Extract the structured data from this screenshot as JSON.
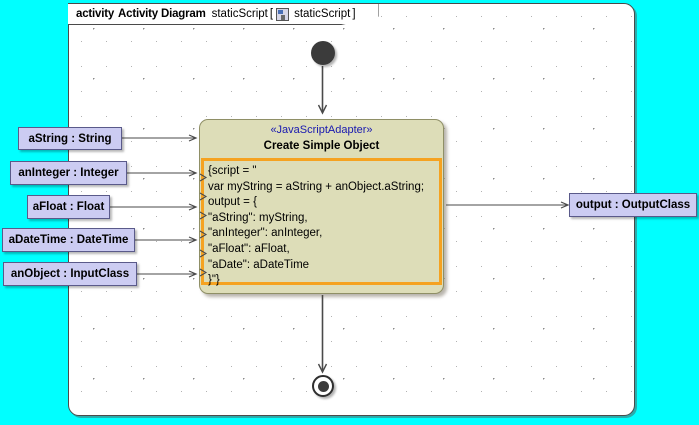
{
  "canvas": {
    "background_color": "#00ffff"
  },
  "frame": {
    "keyword": "activity",
    "diagram_kind": "Activity Diagram",
    "name": "staticScript",
    "bracket_open": "[",
    "icon": "element-icon",
    "qualifier": "staticScript",
    "bracket_close": "]",
    "background_color": "#ffffff",
    "border_color": "#4a4a4a"
  },
  "nodes": {
    "initial": {
      "label": "initial-node",
      "color": "#3b3b3b"
    },
    "final": {
      "label": "activity-final-node",
      "color": "#3b3b3b"
    },
    "action": {
      "stereotype": "«JavaScriptAdapter»",
      "title": "Create Simple Object",
      "fill_color": "#ddddb8",
      "body_border_color": "#f5a220",
      "script_lines": [
        "{script = \"",
        "var myString = aString + anObject.aString;",
        "output = {",
        "\"aString\": myString,",
        "\"anInteger\": anInteger,",
        "\"aFloat\": aFloat,",
        "\"aDate\": aDateTime",
        "}\"}"
      ]
    }
  },
  "input_parameters": [
    {
      "label": "aString : String"
    },
    {
      "label": "anInteger : Integer"
    },
    {
      "label": "aFloat : Float"
    },
    {
      "label": "aDateTime : DateTime"
    },
    {
      "label": "anObject : InputClass"
    }
  ],
  "output_parameters": [
    {
      "label": "output : OutputClass"
    }
  ],
  "parameter_style": {
    "fill_color": "#ccccf2",
    "border_color": "#5a5a8a"
  }
}
